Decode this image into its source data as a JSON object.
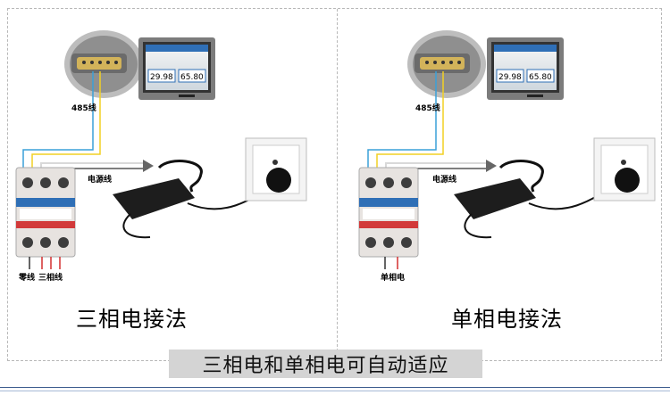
{
  "left": {
    "label_485": "485线",
    "label_power_line": "电源线",
    "label_zero_line": "零线",
    "label_three_phase_line": "三相线",
    "title": "三相电接法",
    "screen_value_1": "29.98",
    "screen_value_2": "65.80"
  },
  "right": {
    "label_485": "485线",
    "label_power_line": "电源线",
    "label_single_phase": "单相电",
    "title": "单相电接法",
    "screen_value_1": "29.98",
    "screen_value_2": "65.80"
  },
  "banner": "三相电和单相电可自动适应",
  "colors": {
    "wire_blue": "#3aa0d8",
    "wire_yellow": "#f2d023",
    "wire_white": "#e9e9e9",
    "wire_red": "#d32f2f",
    "device_panel_blue": "#2f6fb6",
    "device_panel_red": "#d23a3a"
  }
}
